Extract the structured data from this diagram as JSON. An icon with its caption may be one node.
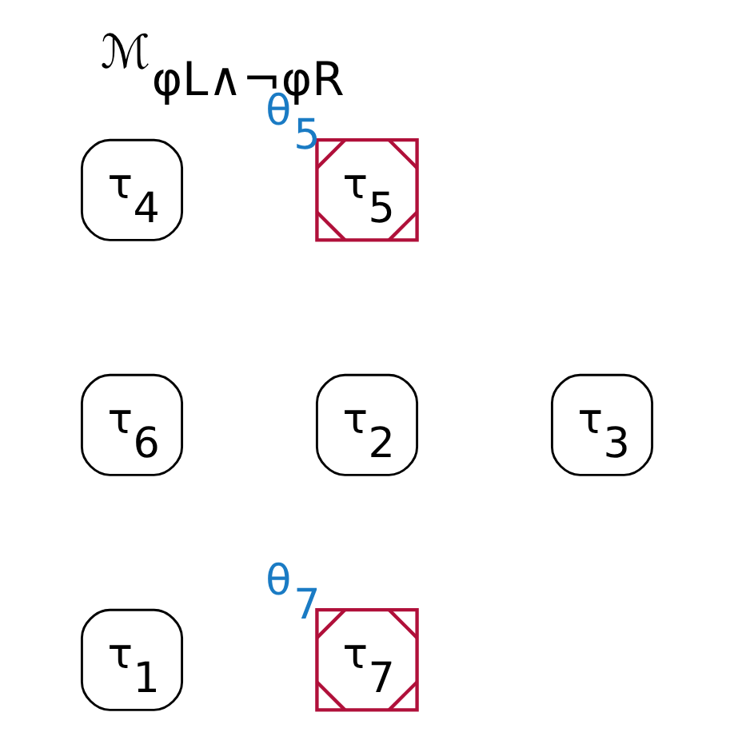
{
  "diagram": {
    "title": "ℳ$_{φL∧¬φR}$",
    "nodes": [
      {
        "text": [
          "τ$_{5}$"
        ],
        "beside": [
          "θ$_{5}$"
        ]
      },
      {
        "text": [
          "τ$_{4}$"
        ]
      },
      {
        "text": [
          "τ$_{2}$"
        ]
      },
      {
        "text": [
          "τ$_{6}$"
        ]
      },
      {
        "text": [
          "τ$_{3}$"
        ]
      },
      {
        "text": [
          "τ$_{7}$"
        ],
        "beside": [
          "θ$_{7}$"
        ]
      },
      {
        "text": [
          "τ$_{1}$"
        ]
      }
    ],
    "edges": []
  }
}
